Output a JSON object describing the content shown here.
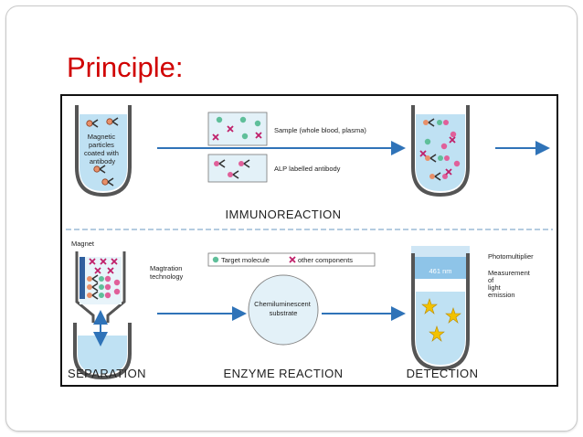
{
  "slide": {
    "title": "Principle:"
  },
  "figure": {
    "top": {
      "tube_label": [
        "Magnetic",
        "particles",
        "coated with",
        "antibody"
      ],
      "sample_label": "Sample (whole blood, plasma)",
      "alp_label": "ALP labelled antibody",
      "caption": "IMMUNOREACTION"
    },
    "bottom": {
      "magnet_label": "Magnet",
      "magtration_label": [
        "Magtration",
        "technology"
      ],
      "legend": {
        "target": "Target molecule",
        "other": "other components"
      },
      "substrate_label": [
        "Chemiluminescent",
        "substrate"
      ],
      "wavelength_label": "461 nm",
      "photomultiplier_label": "Photomultiplier",
      "measurement_label": [
        "Measurement",
        "of",
        "light",
        "emission"
      ],
      "captions": {
        "separation": "SEPARATION",
        "enzyme": "ENZYME REACTION",
        "detection": "DETECTION"
      }
    },
    "colors": {
      "arrow": "#2f73b8",
      "particle": "#e8906a",
      "target": "#5fbf9a",
      "pink": "#e0609a",
      "cross": "#c0206a",
      "liquid": "#bfe1f3",
      "magnet": "#2f5f9e",
      "star": "#f2c200"
    }
  }
}
